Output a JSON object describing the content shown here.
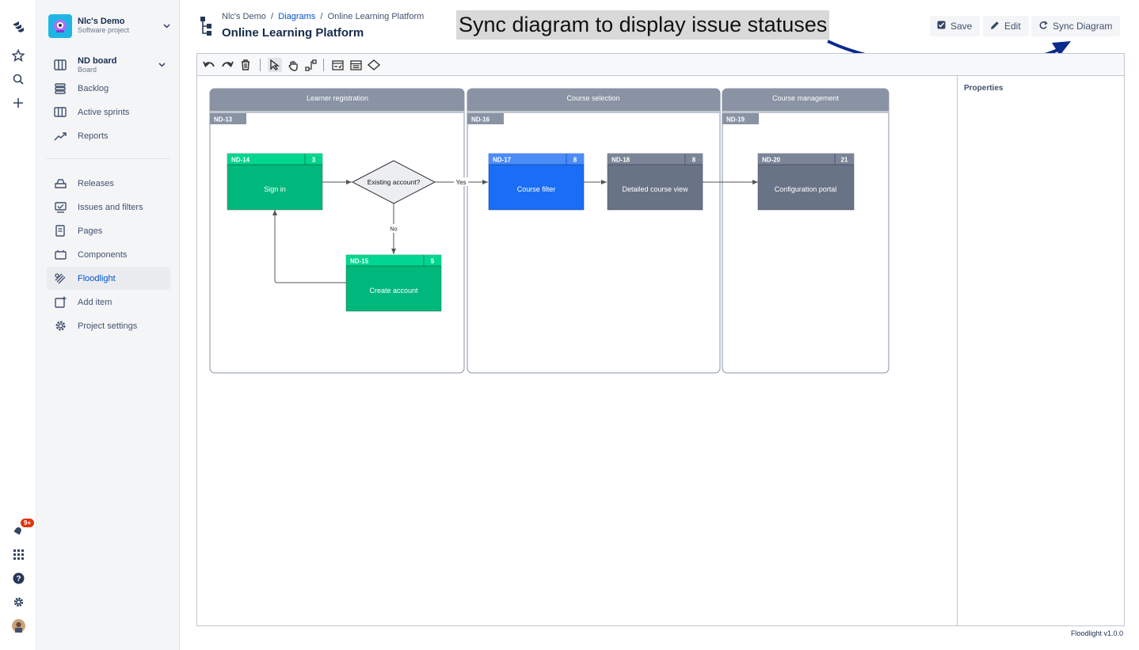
{
  "global_nav": {
    "notifications_badge": "9+"
  },
  "project": {
    "name": "Nlc's Demo",
    "type": "Software project"
  },
  "board": {
    "name": "ND board",
    "sub": "Board"
  },
  "sidebar": {
    "items": [
      {
        "label": "Backlog",
        "icon": "backlog-icon"
      },
      {
        "label": "Active sprints",
        "icon": "sprints-icon"
      },
      {
        "label": "Reports",
        "icon": "reports-icon"
      },
      {
        "label": "Releases",
        "icon": "releases-icon"
      },
      {
        "label": "Issues and filters",
        "icon": "issues-icon"
      },
      {
        "label": "Pages",
        "icon": "pages-icon"
      },
      {
        "label": "Components",
        "icon": "components-icon"
      },
      {
        "label": "Floodlight",
        "icon": "floodlight-icon"
      },
      {
        "label": "Add item",
        "icon": "add-item-icon"
      },
      {
        "label": "Project settings",
        "icon": "settings-icon"
      }
    ]
  },
  "breadcrumb": {
    "project": "Nlc's Demo",
    "sep": "/",
    "diagrams": "Diagrams",
    "current": "Online Learning Platform"
  },
  "page_title": "Online Learning Platform",
  "callout": "Sync diagram to display issue statuses",
  "toolbar": {
    "save_label": "Save",
    "edit_label": "Edit",
    "sync_label": "Sync Diagram"
  },
  "properties": {
    "title": "Properties"
  },
  "diagram": {
    "lanes": [
      {
        "title": "Learner registration",
        "key": "ND-13"
      },
      {
        "title": "Course selection",
        "key": "ND-16"
      },
      {
        "title": "Course management",
        "key": "ND-19"
      }
    ],
    "cards": [
      {
        "key": "ND-14",
        "points": "3",
        "label": "Sign in",
        "color": "#00b87c",
        "header": "#00d68f"
      },
      {
        "key": "ND-15",
        "points": "5",
        "label": "Create account",
        "color": "#00b87c",
        "header": "#00d68f"
      },
      {
        "key": "ND-17",
        "points": "8",
        "label": "Course filter",
        "color": "#1a6ef5",
        "header": "#4c8cf7"
      },
      {
        "key": "ND-18",
        "points": "8",
        "label": "Detailed course view",
        "color": "#697386",
        "header": "#7b8597"
      },
      {
        "key": "ND-20",
        "points": "21",
        "label": "Configuration portal",
        "color": "#697386",
        "header": "#7b8597"
      }
    ],
    "decision": "Existing account?",
    "yes_label": "Yes",
    "no_label": "No"
  },
  "footer": "Floodlight v1.0.0",
  "colors": {
    "accent": "#0052cc",
    "lane_header": "#8993a4",
    "callout_arrow": "#0a2a8c"
  }
}
